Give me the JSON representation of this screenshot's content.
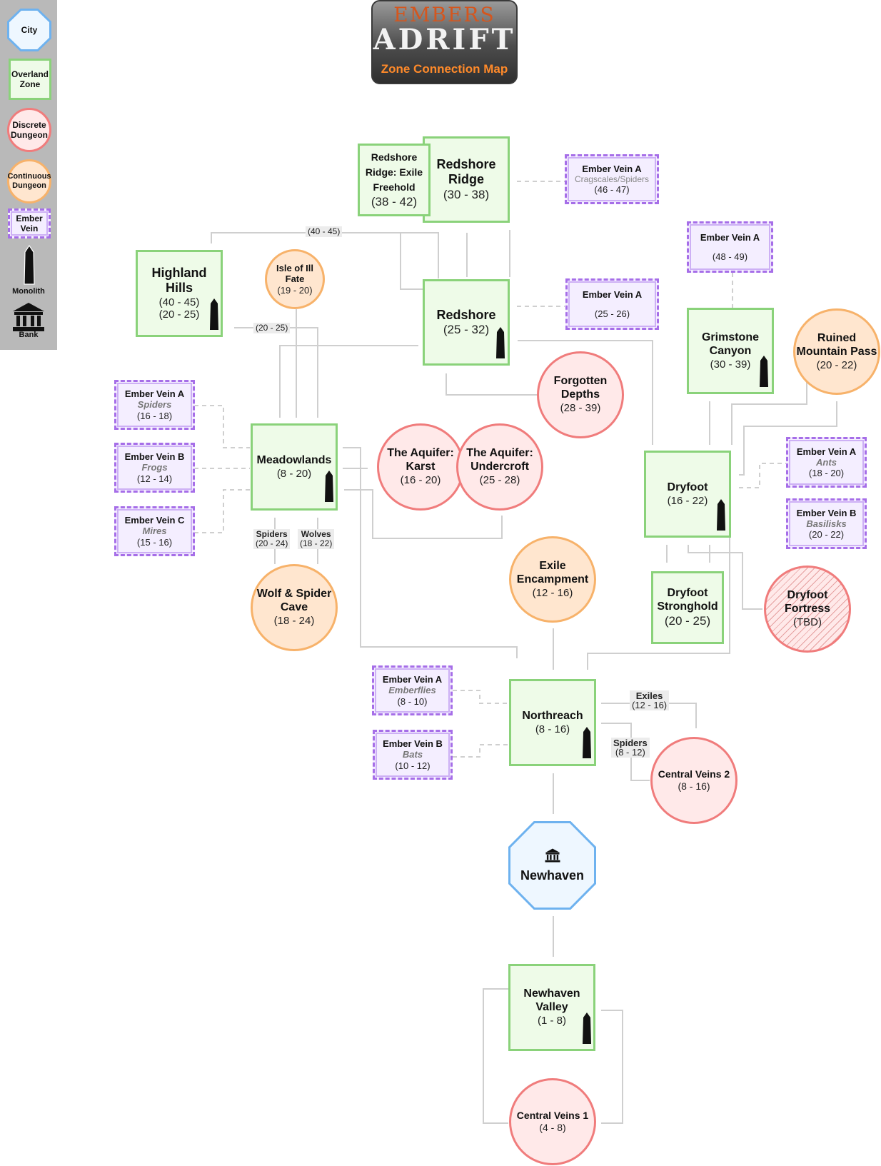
{
  "header": {
    "logo_top": "EMBERS",
    "logo_main": "ADRIFT",
    "subtitle": "Zone Connection Map"
  },
  "legend": {
    "city": "City",
    "overland": "Overland Zone",
    "discrete": "Discrete Dungeon",
    "continuous": "Continuous Dungeon",
    "vein": "Ember Vein",
    "monolith": "Monolith",
    "bank": "Bank"
  },
  "colors": {
    "overland_fill": "#eefbe8",
    "overland_border": "#8ad27a",
    "city_fill": "#eef7ff",
    "city_border": "#6eb2ef",
    "discrete_fill": "#ffe9e9",
    "discrete_border": "#f07c7c",
    "continuous_fill": "#ffe6cf",
    "continuous_border": "#f7b26a",
    "vein_fill": "#f4eeff",
    "vein_border": "#a66ee8",
    "logo_accent": "#ff8a2a"
  },
  "nodes": {
    "redshore_ridge_exile": {
      "name": "Redshore Ridge: Exile Freehold",
      "level": "(38 - 42)"
    },
    "redshore_ridge": {
      "name": "Redshore Ridge",
      "level": "(30 - 38)"
    },
    "vein_ridge": {
      "name": "Ember Vein A",
      "sub": "Cragscales/Spiders",
      "level": "(46 - 47)"
    },
    "highland_hills": {
      "name": "Highland Hills",
      "level": "(40 - 45)",
      "level2": "(20 - 25)"
    },
    "isle_ill_fate": {
      "name": "Isle of Ill Fate",
      "level": "(19 - 20)"
    },
    "redshore": {
      "name": "Redshore",
      "level": "(25 - 32)"
    },
    "vein_redshore": {
      "name": "Ember Vein A",
      "level": "(25 - 26)"
    },
    "vein_grimstone": {
      "name": "Ember Vein A",
      "level": "(48 - 49)"
    },
    "grimstone_canyon": {
      "name": "Grimstone Canyon",
      "level": "(30 - 39)"
    },
    "ruined_mountain_pass": {
      "name": "Ruined Mountain Pass",
      "level": "(20 - 22)"
    },
    "forgotten_depths": {
      "name": "Forgotten Depths",
      "level": "(28 - 39)"
    },
    "vein_meadow_a": {
      "name": "Ember Vein A",
      "sub": "Spiders",
      "level": "(16 - 18)"
    },
    "vein_meadow_b": {
      "name": "Ember Vein B",
      "sub": "Frogs",
      "level": "(12 - 14)"
    },
    "vein_meadow_c": {
      "name": "Ember Vein C",
      "sub": "Mires",
      "level": "(15 - 16)"
    },
    "meadowlands": {
      "name": "Meadowlands",
      "level": "(8 - 20)"
    },
    "aquifer_karst": {
      "name": "The Aquifer: Karst",
      "level": "(16 - 20)"
    },
    "aquifer_undercroft": {
      "name": "The Aquifer: Undercroft",
      "level": "(25 - 28)"
    },
    "dryfoot": {
      "name": "Dryfoot",
      "level": "(16 - 22)"
    },
    "vein_dry_a": {
      "name": "Ember Vein A",
      "sub": "Ants",
      "level": "(18 - 20)"
    },
    "vein_dry_b": {
      "name": "Ember Vein B",
      "sub": "Basilisks",
      "level": "(20 - 22)"
    },
    "wolf_spider_cave": {
      "name": "Wolf & Spider Cave",
      "level": "(18 - 24)"
    },
    "exile_encampment": {
      "name": "Exile Encampment",
      "level": "(12 - 16)"
    },
    "dryfoot_stronghold": {
      "name": "Dryfoot Stronghold",
      "level": "(20 - 25)"
    },
    "dryfoot_fortress": {
      "name": "Dryfoot Fortress",
      "level": "(TBD)"
    },
    "vein_north_a": {
      "name": "Ember Vein A",
      "sub": "Emberflies",
      "level": "(8 - 10)"
    },
    "vein_north_b": {
      "name": "Ember Vein B",
      "sub": "Bats",
      "level": "(10 - 12)"
    },
    "northreach": {
      "name": "Northreach",
      "level": "(8 - 16)"
    },
    "central_veins_2": {
      "name": "Central Veins 2",
      "level": "(8 - 16)"
    },
    "newhaven": {
      "name": "Newhaven"
    },
    "newhaven_valley": {
      "name": "Newhaven Valley",
      "level": "(1 - 8)"
    },
    "central_veins_1": {
      "name": "Central Veins 1",
      "level": "(4 - 8)"
    }
  },
  "edge_labels": {
    "hills_ridge": "(40 - 45)",
    "hills_meadow": "(20 - 25)",
    "spiders_name": "Spiders",
    "spiders_level": "(20 - 24)",
    "wolves_name": "Wolves",
    "wolves_level": "(18 - 22)",
    "exiles_name": "Exiles",
    "exiles_level": "(12 - 16)",
    "north_spiders_name": "Spiders",
    "north_spiders_level": "(8 - 12)"
  }
}
